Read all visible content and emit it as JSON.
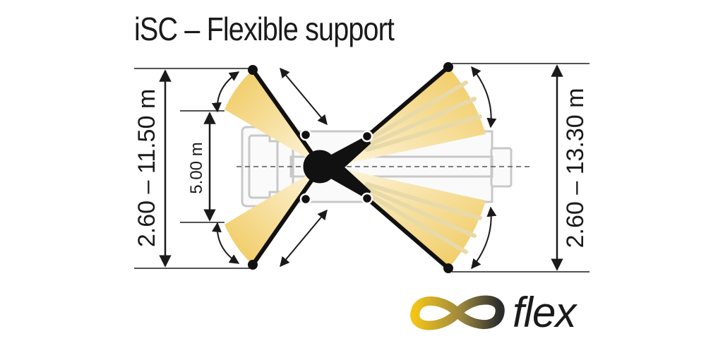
{
  "title": "iSC – Flexible support",
  "dimensions": {
    "left_span": "2.60 – 11.50 m",
    "inner_span": "5.00 m",
    "right_span": "2.60 – 13.30 m"
  },
  "logo": {
    "word": "flex",
    "icon": "infinity-icon",
    "colors": {
      "gold": "#f0c419",
      "dark": "#2a2a2a"
    }
  },
  "colors": {
    "outrigger": "#111111",
    "sweep_light": "#fbf1cf",
    "sweep_gold": "#f3d27a",
    "vehicle_outline": "#c8c8c8"
  }
}
